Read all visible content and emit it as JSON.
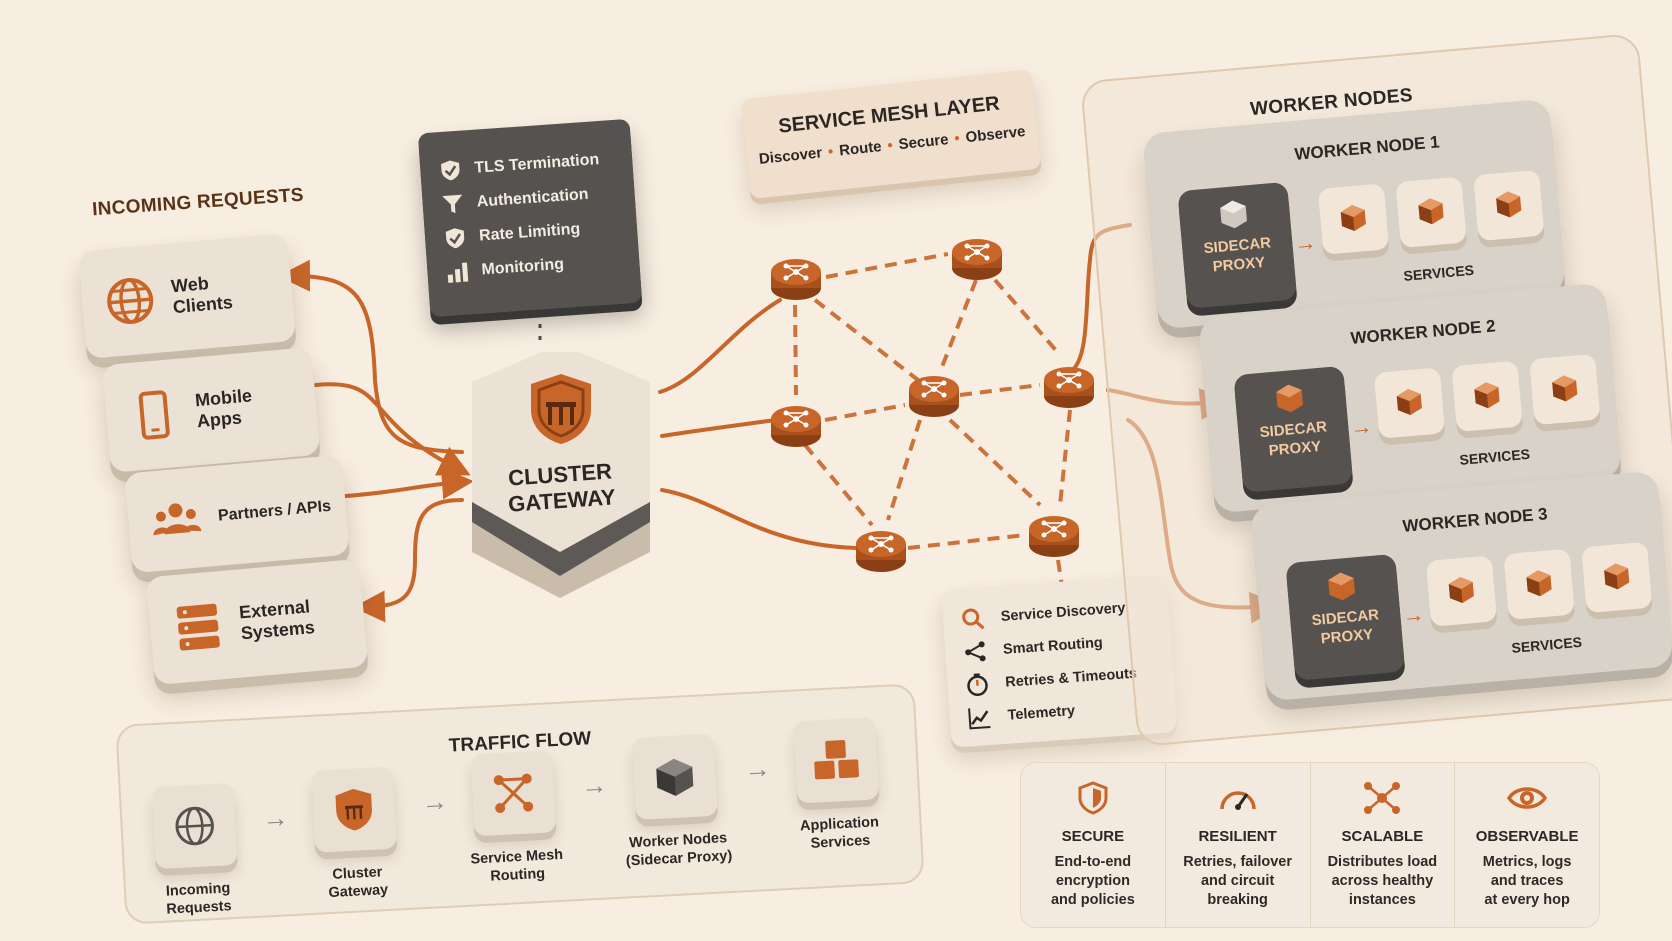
{
  "incoming": {
    "title": "INCOMING REQUESTS",
    "sources": [
      {
        "label": "Web\nClients",
        "icon": "globe-icon"
      },
      {
        "label": "Mobile\nApps",
        "icon": "phone-icon"
      },
      {
        "label": "Partners / APIs",
        "icon": "users-icon"
      },
      {
        "label": "External\nSystems",
        "icon": "server-icon"
      }
    ]
  },
  "gateway_panel": {
    "items": [
      {
        "label": "TLS Termination",
        "icon": "shield-check-icon"
      },
      {
        "label": "Authentication",
        "icon": "funnel-icon"
      },
      {
        "label": "Rate Limiting",
        "icon": "shield-check-icon"
      },
      {
        "label": "Monitoring",
        "icon": "bar-chart-icon"
      }
    ]
  },
  "gateway": {
    "label_line1": "CLUSTER",
    "label_line2": "GATEWAY",
    "icon": "shield-gate-icon"
  },
  "mesh": {
    "title": "SERVICE MESH LAYER",
    "verbs": [
      "Discover",
      "Route",
      "Secure",
      "Observe"
    ],
    "features": [
      {
        "label": "Service Discovery",
        "icon": "search-icon"
      },
      {
        "label": "Smart Routing",
        "icon": "share-icon"
      },
      {
        "label": "Retries & Timeouts",
        "icon": "timer-icon"
      },
      {
        "label": "Telemetry",
        "icon": "line-chart-icon"
      }
    ]
  },
  "workers": {
    "title": "WORKER NODES",
    "proxy_line1": "SIDECAR",
    "proxy_line2": "PROXY",
    "services_label": "SERVICES",
    "nodes": [
      {
        "title": "WORKER NODE 1"
      },
      {
        "title": "WORKER NODE 2"
      },
      {
        "title": "WORKER NODE 3"
      }
    ]
  },
  "traffic_flow": {
    "title": "TRAFFIC FLOW",
    "steps": [
      {
        "line1": "Incoming",
        "line2": "Requests",
        "icon": "globe-icon"
      },
      {
        "line1": "Cluster",
        "line2": "Gateway",
        "icon": "shield-gate-icon"
      },
      {
        "line1": "Service Mesh",
        "line2": "Routing",
        "icon": "mesh-icon"
      },
      {
        "line1": "Worker Nodes",
        "line2": "(Sidecar Proxy)",
        "icon": "cube-icon"
      },
      {
        "line1": "Application",
        "line2": "Services",
        "icon": "cubes-icon"
      }
    ]
  },
  "properties": [
    {
      "title": "SECURE",
      "l1": "End-to-end",
      "l2": "encryption",
      "l3": "and policies",
      "icon": "shield-icon"
    },
    {
      "title": "RESILIENT",
      "l1": "Retries, failover",
      "l2": "and circuit",
      "l3": "breaking",
      "icon": "gauge-icon"
    },
    {
      "title": "SCALABLE",
      "l1": "Distributes load",
      "l2": "across healthy",
      "l3": "instances",
      "icon": "nodes-icon"
    },
    {
      "title": "OBSERVABLE",
      "l1": "Metrics, logs",
      "l2": "and traces",
      "l3": "at every hop",
      "icon": "eye-icon"
    }
  ],
  "colors": {
    "accent": "#c8662a",
    "background": "#f7ede0",
    "dark": "#55524f",
    "card": "#ebe2d5"
  }
}
